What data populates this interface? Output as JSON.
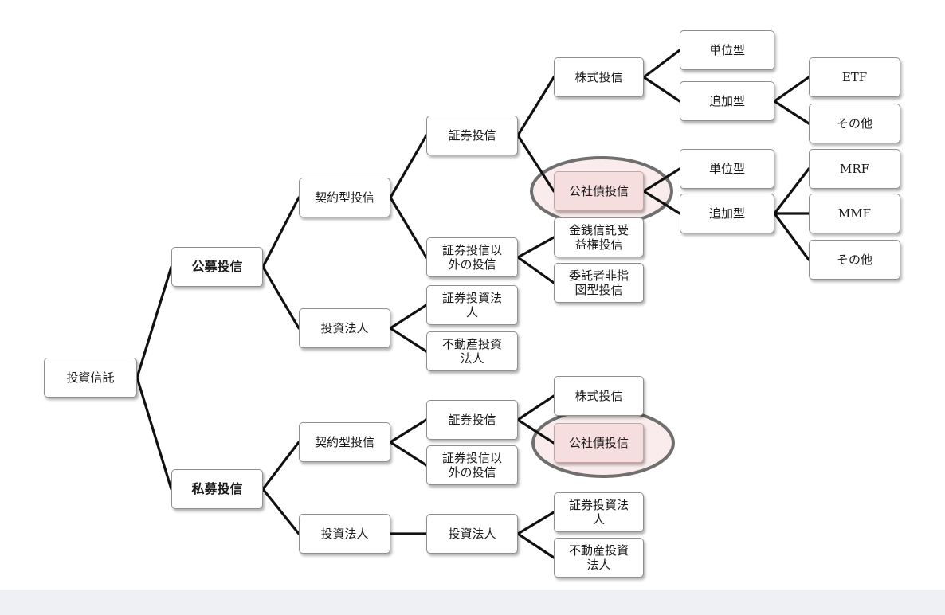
{
  "diagram": {
    "root": "投資信託",
    "public": {
      "label": "公募投信",
      "contract": "契約型投信",
      "securities": "証券投信",
      "stock": "株式投信",
      "unit": "単位型",
      "additional": "追加型",
      "etf": "ETF",
      "other1": "その他",
      "bond": "公社債投信",
      "unit2": "単位型",
      "additional2": "追加型",
      "mrf": "MRF",
      "mmf": "MMF",
      "other2": "その他",
      "non_securities": "証券投信以\n外の投信",
      "money_trust": "金銭信託受\n益権投信",
      "non_directed": "委託者非指\n図型投信",
      "corporation": "投資法人",
      "sec_corp": "証券投資法\n人",
      "real_estate": "不動産投資\n法人"
    },
    "private": {
      "label": "私募投信",
      "contract": "契約型投信",
      "securities": "証券投信",
      "stock": "株式投信",
      "bond": "公社債投信",
      "non_securities": "証券投信以\n外の投信",
      "corporation": "投資法人",
      "corporation2": "投資法人",
      "sec_corp": "証券投資法\n人",
      "real_estate": "不動産投資\n法人"
    }
  }
}
